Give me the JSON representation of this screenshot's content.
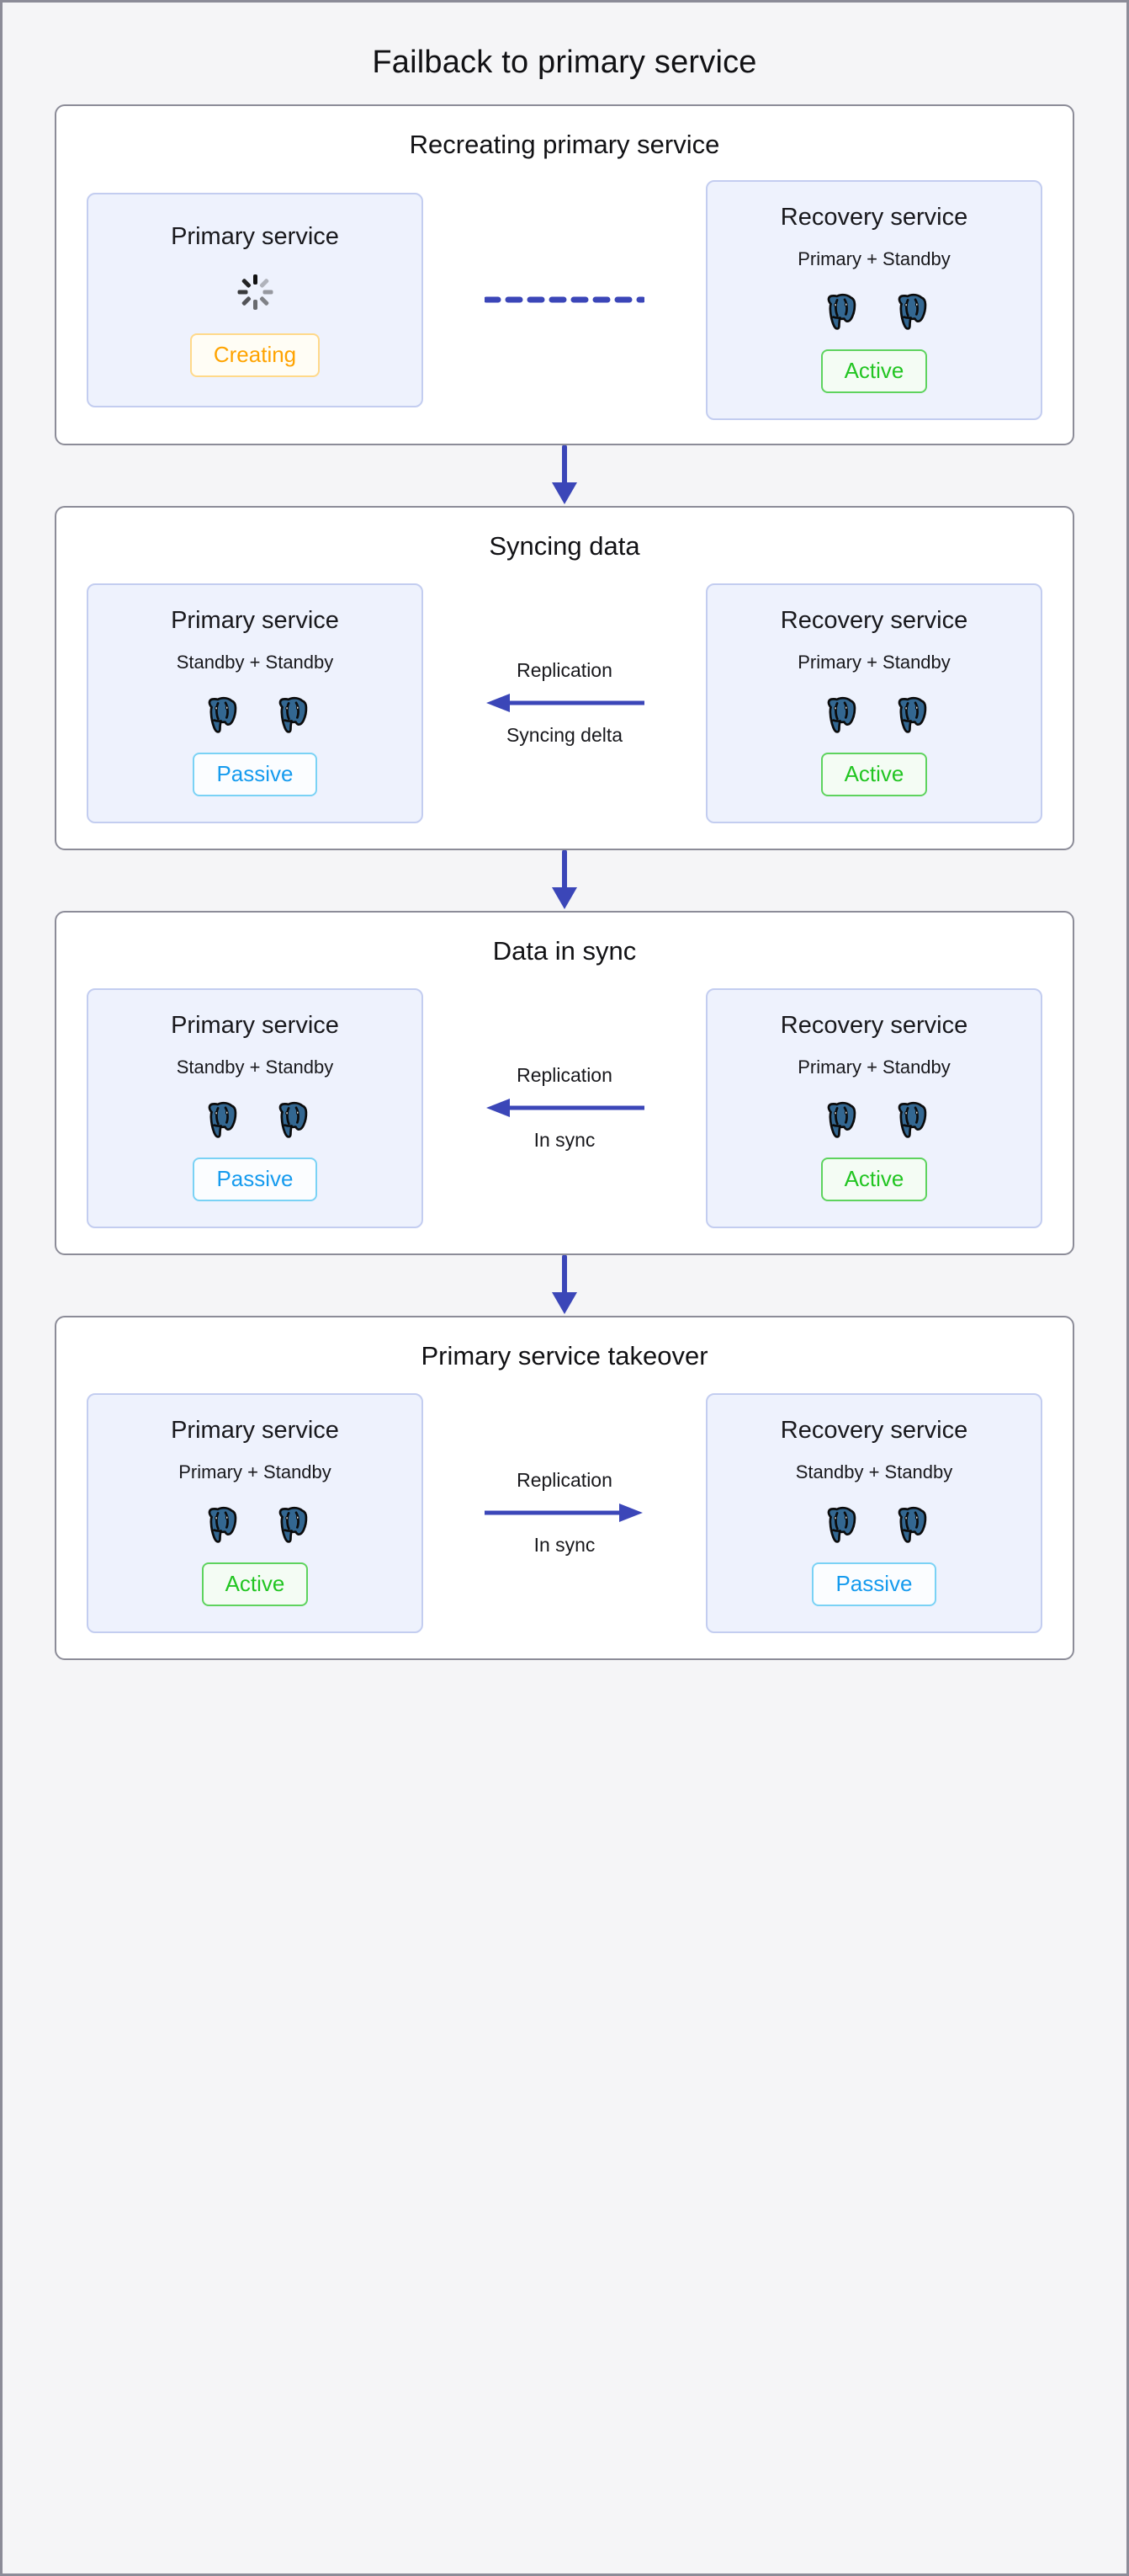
{
  "diagram": {
    "title": "Failback to primary service",
    "colors": {
      "page_background": "#f5f5f7",
      "frame_border": "#8c8c98",
      "stage_background": "#ffffff",
      "card_background": "#eef2fd",
      "card_border": "#c3cdf0",
      "arrow_blue": "#3b46b8",
      "active_green": "#22c522",
      "passive_blue": "#169bee",
      "creating_orange": "#ffa300",
      "postgres_blue": "#336791"
    },
    "step_arrow_icon": "down-arrow-icon"
  },
  "stages": [
    {
      "id": "recreating-primary-service",
      "title": "Recreating primary service",
      "left": {
        "name": "Primary service",
        "role": "",
        "icon": "spinner-icon",
        "nodes": 0,
        "status": "Creating",
        "status_type": "creating"
      },
      "connector": {
        "type": "dashed",
        "direction": "none",
        "label_top": "",
        "label_bottom": ""
      },
      "right": {
        "name": "Recovery service",
        "role": "Primary + Standby",
        "icon": "postgresql-icon",
        "nodes": 2,
        "status": "Active",
        "status_type": "active"
      }
    },
    {
      "id": "syncing-data",
      "title": "Syncing data",
      "left": {
        "name": "Primary service",
        "role": "Standby + Standby",
        "icon": "postgresql-icon",
        "nodes": 2,
        "status": "Passive",
        "status_type": "passive"
      },
      "connector": {
        "type": "arrow",
        "direction": "left",
        "label_top": "Replication",
        "label_bottom": "Syncing delta"
      },
      "right": {
        "name": "Recovery service",
        "role": "Primary + Standby",
        "icon": "postgresql-icon",
        "nodes": 2,
        "status": "Active",
        "status_type": "active"
      }
    },
    {
      "id": "data-in-sync",
      "title": "Data in sync",
      "left": {
        "name": "Primary service",
        "role": "Standby + Standby",
        "icon": "postgresql-icon",
        "nodes": 2,
        "status": "Passive",
        "status_type": "passive"
      },
      "connector": {
        "type": "arrow",
        "direction": "left",
        "label_top": "Replication",
        "label_bottom": "In sync"
      },
      "right": {
        "name": "Recovery service",
        "role": "Primary + Standby",
        "icon": "postgresql-icon",
        "nodes": 2,
        "status": "Active",
        "status_type": "active"
      }
    },
    {
      "id": "primary-service-takeover",
      "title": "Primary service takeover",
      "left": {
        "name": "Primary service",
        "role": "Primary + Standby",
        "icon": "postgresql-icon",
        "nodes": 2,
        "status": "Active",
        "status_type": "active"
      },
      "connector": {
        "type": "arrow",
        "direction": "right",
        "label_top": "Replication",
        "label_bottom": "In sync"
      },
      "right": {
        "name": "Recovery service",
        "role": "Standby + Standby",
        "icon": "postgresql-icon",
        "nodes": 2,
        "status": "Passive",
        "status_type": "passive"
      }
    }
  ]
}
